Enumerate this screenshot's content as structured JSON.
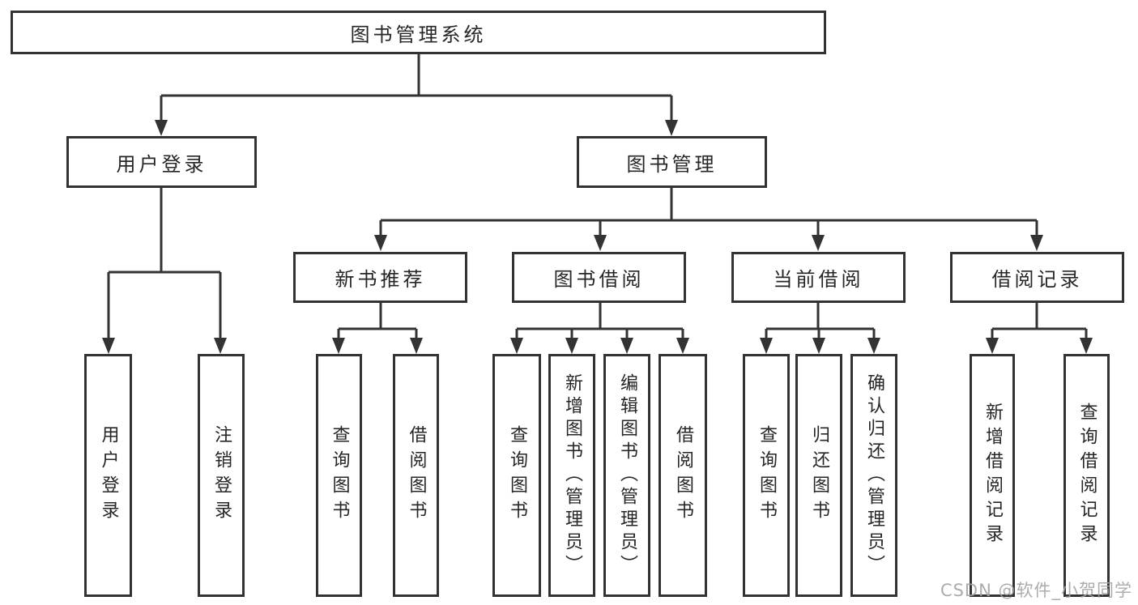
{
  "diagram": {
    "root": {
      "label": "图书管理系统"
    },
    "level2": {
      "user_login": {
        "label": "用户登录"
      },
      "book_management": {
        "label": "图书管理"
      }
    },
    "level3": {
      "new_books": {
        "label": "新书推荐"
      },
      "book_borrow": {
        "label": "图书借阅"
      },
      "current_borrow": {
        "label": "当前借阅"
      },
      "borrow_records": {
        "label": "借阅记录"
      }
    },
    "leaves": {
      "user_login": [
        "用户登录",
        "注销登录"
      ],
      "new_books": [
        "查询图书",
        "借阅图书"
      ],
      "book_borrow": [
        "查询图书",
        "新增图书（管理员）",
        "编辑图书（管理员）",
        "借阅图书"
      ],
      "current_borrow": [
        "查询图书",
        "归还图书",
        "确认归还（管理员）"
      ],
      "borrow_records": [
        "新增借阅记录",
        "查询借阅记录"
      ]
    }
  },
  "watermark": {
    "text": "CSDN @软件_小贺同学"
  },
  "colors": {
    "line": "#333333",
    "text": "#262626",
    "watermark": "#a4a2a2",
    "background": "#ffffff"
  }
}
